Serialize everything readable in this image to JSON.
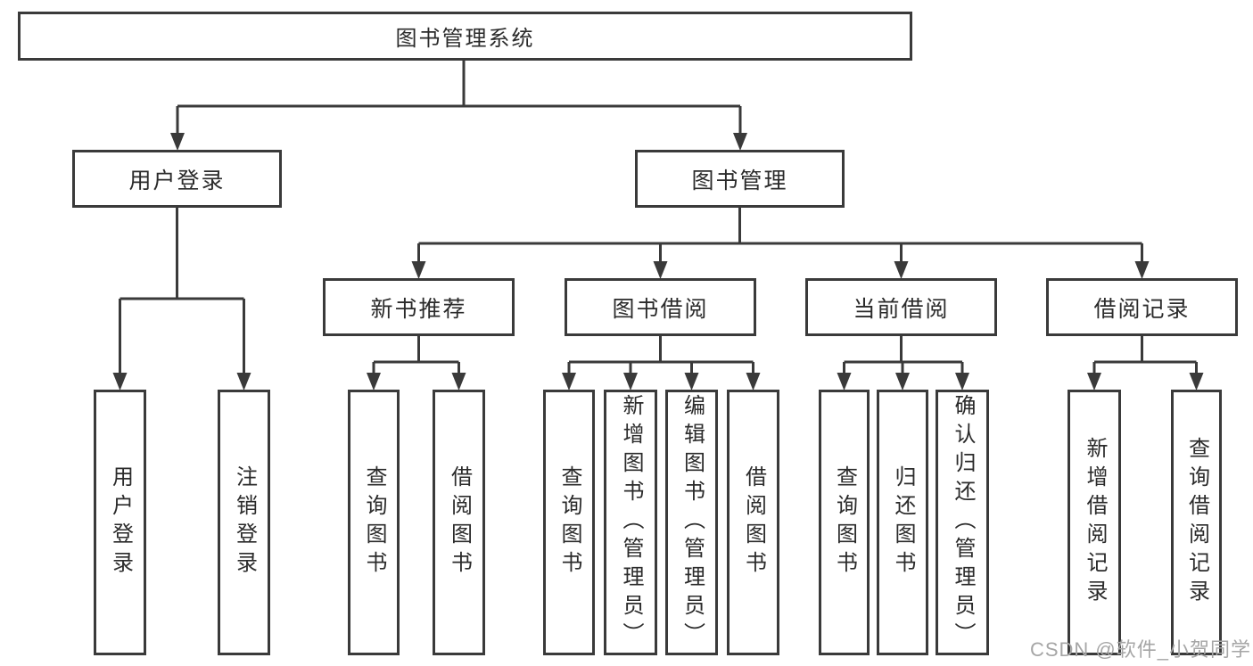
{
  "diagram": {
    "root": {
      "label": "图书管理系统"
    },
    "level2": [
      {
        "id": "user-login",
        "label": "用户登录"
      },
      {
        "id": "book-management",
        "label": "图书管理"
      }
    ],
    "level3": [
      {
        "id": "new-book-recommend",
        "label": "新书推荐"
      },
      {
        "id": "book-borrowing",
        "label": "图书借阅"
      },
      {
        "id": "current-borrowing",
        "label": "当前借阅"
      },
      {
        "id": "borrowing-records",
        "label": "借阅记录"
      }
    ],
    "leaves": [
      {
        "parent": "用户登录",
        "label": "用户登录"
      },
      {
        "parent": "用户登录",
        "label": "注销登录"
      },
      {
        "parent": "新书推荐",
        "label": "查询图书"
      },
      {
        "parent": "新书推荐",
        "label": "借阅图书"
      },
      {
        "parent": "图书借阅",
        "label": "查询图书"
      },
      {
        "parent": "图书借阅",
        "label": "新增图书（管理员）"
      },
      {
        "parent": "图书借阅",
        "label": "编辑图书（管理员）"
      },
      {
        "parent": "图书借阅",
        "label": "借阅图书"
      },
      {
        "parent": "当前借阅",
        "label": "查询图书"
      },
      {
        "parent": "当前借阅",
        "label": "归还图书"
      },
      {
        "parent": "当前借阅",
        "label": "确认归还（管理员）"
      },
      {
        "parent": "借阅记录",
        "label": "新增借阅记录"
      },
      {
        "parent": "借阅记录",
        "label": "查询借阅记录"
      }
    ]
  },
  "watermark": "CSDN @软件_小贺同学",
  "colors": {
    "line": "#3a3a3a",
    "text": "#2b2b2b",
    "background": "#ffffff",
    "watermark": "#a6a6a6"
  }
}
